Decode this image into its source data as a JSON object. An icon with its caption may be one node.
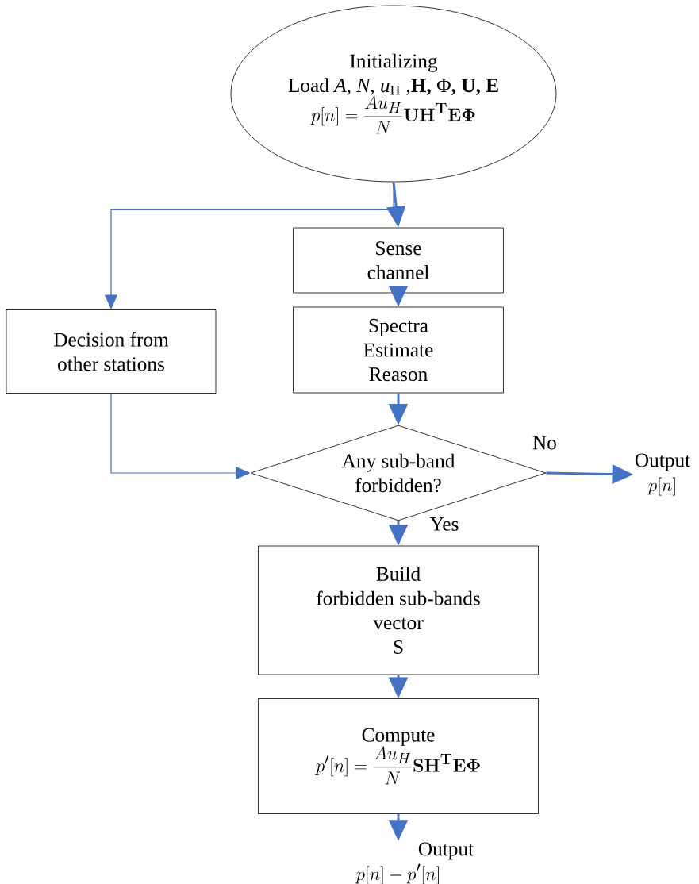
{
  "diagram": {
    "nodes": [
      {
        "text": [
          "Initializing",
          "Load *A*, *N*, *u*$_{H}$ ,**H,** Φ**, U, E**",
          "p[n]=\\frac{Au_{H}}{N}\\mathbf{UH}^{\\mathbf{T}}\\mathbf{E\\Phi}"
        ]
      },
      {
        "text": [
          "Sense",
          "channel"
        ]
      },
      {
        "text": [
          "Decision from",
          "other stations"
        ]
      },
      {
        "text": [
          "Spectra",
          "Estimate",
          "Reason"
        ]
      },
      {
        "text": [
          "Any sub-band",
          "forbidden?"
        ]
      },
      {
        "text": [
          "Output",
          "p[n]"
        ]
      },
      {
        "text": [
          "Build",
          "forbidden sub-bands",
          "vector",
          "S"
        ]
      },
      {
        "text": [
          "Compute",
          "p'[n]=\\frac{Au_{H}}{N}\\mathbf{SH}^{\\mathbf{T}}\\mathbf{E\\Phi}"
        ]
      },
      {
        "text": [
          "Output",
          "p[n]-p'[n]"
        ]
      }
    ],
    "edges": [
      {
        "from": 0,
        "to": 1,
        "arrow": "to"
      },
      {
        "from": 0,
        "to": 2,
        "arrow": "to"
      },
      {
        "from": 1,
        "to": 3,
        "arrow": "to"
      },
      {
        "from": 3,
        "to": 4,
        "arrow": "to"
      },
      {
        "from": 2,
        "to": 4,
        "arrow": "to"
      },
      {
        "from": 4,
        "to": 5,
        "arrow": "to",
        "label": "No"
      },
      {
        "from": 4,
        "to": 6,
        "arrow": "to",
        "label": "Yes"
      },
      {
        "from": 6,
        "to": 7,
        "arrow": "to"
      },
      {
        "from": 7,
        "to": 8,
        "arrow": "to"
      }
    ]
  }
}
